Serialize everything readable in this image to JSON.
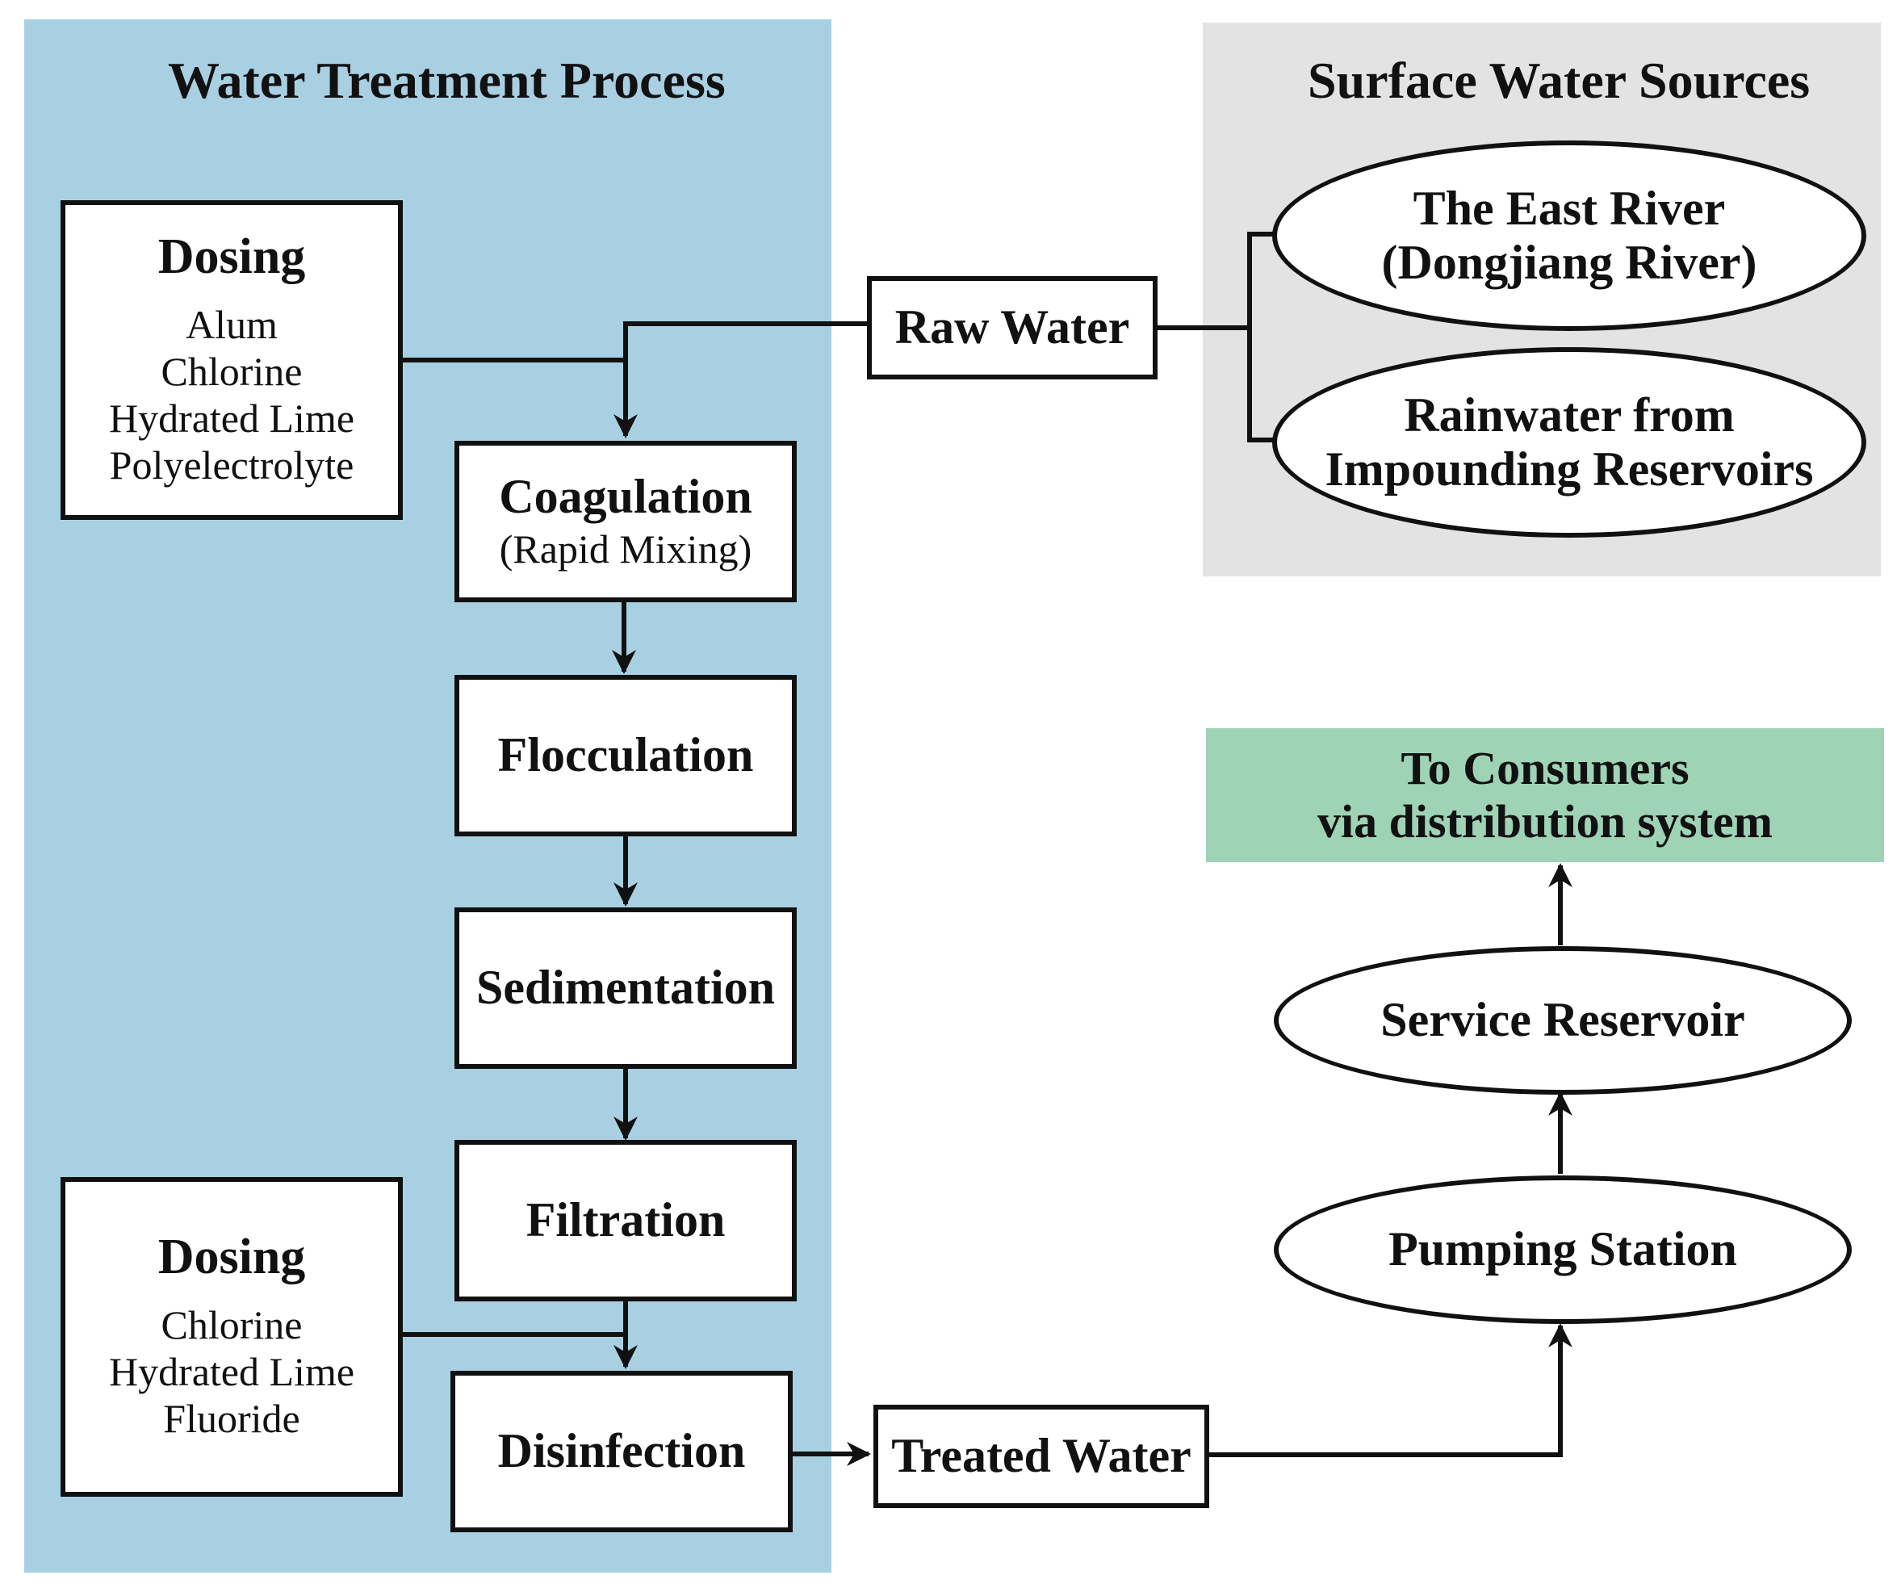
{
  "colors": {
    "treatment_panel": "#a9d0e2",
    "sources_panel": "#e3e3e3",
    "consumers_panel": "#9fd3b6",
    "line": "#111111"
  },
  "treatment": {
    "title": "Water Treatment Process",
    "dosing_top": {
      "title": "Dosing",
      "items": [
        "Alum",
        "Chlorine",
        "Hydrated Lime",
        "Polyelectrolyte"
      ]
    },
    "dosing_bottom": {
      "title": "Dosing",
      "items": [
        "Chlorine",
        "Hydrated Lime",
        "Fluoride"
      ]
    },
    "steps": {
      "coagulation": {
        "label": "Coagulation",
        "sub": "(Rapid Mixing)"
      },
      "flocculation": {
        "label": "Flocculation"
      },
      "sedimentation": {
        "label": "Sedimentation"
      },
      "filtration": {
        "label": "Filtration"
      },
      "disinfection": {
        "label": "Disinfection"
      }
    }
  },
  "sources": {
    "title": "Surface Water Sources",
    "east_river": {
      "line1": "The East River",
      "line2": "(Dongjiang River)"
    },
    "rainwater": {
      "line1": "Rainwater from",
      "line2": "Impounding Reservoirs"
    }
  },
  "raw_water": {
    "label": "Raw Water"
  },
  "treated_water": {
    "label": "Treated Water"
  },
  "pumping_station": {
    "label": "Pumping Station"
  },
  "service_reservoir": {
    "label": "Service Reservoir"
  },
  "consumers": {
    "line1": "To Consumers",
    "line2": "via distribution system"
  }
}
